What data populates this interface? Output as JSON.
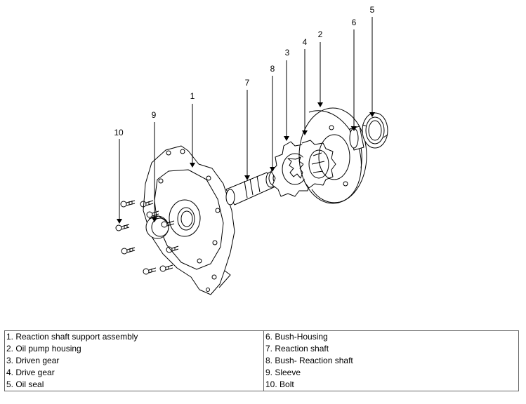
{
  "callouts": [
    {
      "num": "1"
    },
    {
      "num": "2"
    },
    {
      "num": "3"
    },
    {
      "num": "4"
    },
    {
      "num": "5"
    },
    {
      "num": "6"
    },
    {
      "num": "7"
    },
    {
      "num": "8"
    },
    {
      "num": "9"
    },
    {
      "num": "10"
    }
  ],
  "legend": {
    "left": [
      "1. Reaction shaft support assembly",
      "2. Oil pump housing",
      "3. Driven gear",
      "4. Drive gear",
      "5. Oil seal"
    ],
    "right": [
      "6. Bush-Housing",
      "7. Reaction shaft",
      "8. Bush- Reaction shaft",
      "9. Sleeve",
      "10. Bolt"
    ]
  }
}
